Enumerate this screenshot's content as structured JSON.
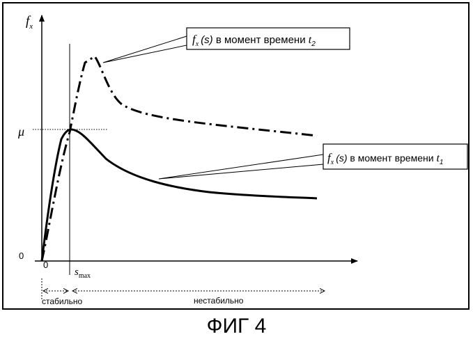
{
  "axes": {
    "y_label_main": "f",
    "y_label_sub": "x",
    "x_label_main": "s",
    "x_label_sub": "max",
    "mu_label": "μ",
    "origin_y_label": "0",
    "origin_x_label": "0"
  },
  "callout_t2": {
    "f": "f",
    "sub": "x",
    "arg": "(s)",
    "text": " в момент времени ",
    "t": "t",
    "t_sub": "2"
  },
  "callout_t1": {
    "f": "f",
    "sub": "x",
    "arg": "(s)",
    "text": " в момент времени ",
    "t": "t",
    "t_sub": "1"
  },
  "zones": {
    "stable": "стабильно",
    "unstable": "нестабильно"
  },
  "caption": "ФИГ 4",
  "curves": [
    {
      "name": "",
      "style": "solid",
      "color": "#000000"
    },
    {
      "name": "",
      "style": "dash-dot",
      "color": "#000000"
    }
  ]
}
